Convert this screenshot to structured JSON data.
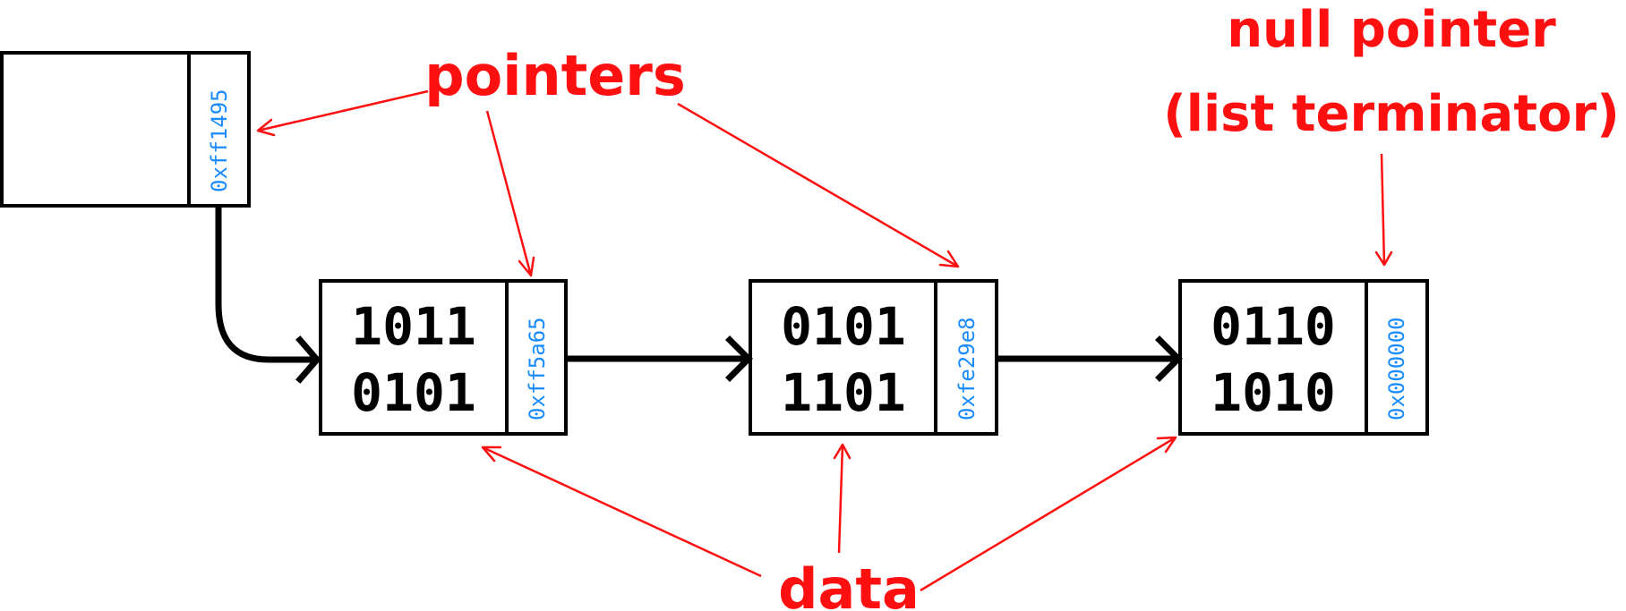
{
  "diagram": {
    "head": {
      "address": "0xff1495"
    },
    "nodes": [
      {
        "data_line1": "1011",
        "data_line2": "0101",
        "address": "0xff5a65"
      },
      {
        "data_line1": "0101",
        "data_line2": "1101",
        "address": "0xfe29e8"
      },
      {
        "data_line1": "0110",
        "data_line2": "1010",
        "address": "0x000000"
      }
    ],
    "labels": {
      "pointers": "pointers",
      "data": "data",
      "null_pointer_line1": "null pointer",
      "null_pointer_line2": "(list terminator)"
    },
    "colors": {
      "annotation": "#ff1010",
      "address": "#1a8cff",
      "structure": "#000000"
    }
  }
}
